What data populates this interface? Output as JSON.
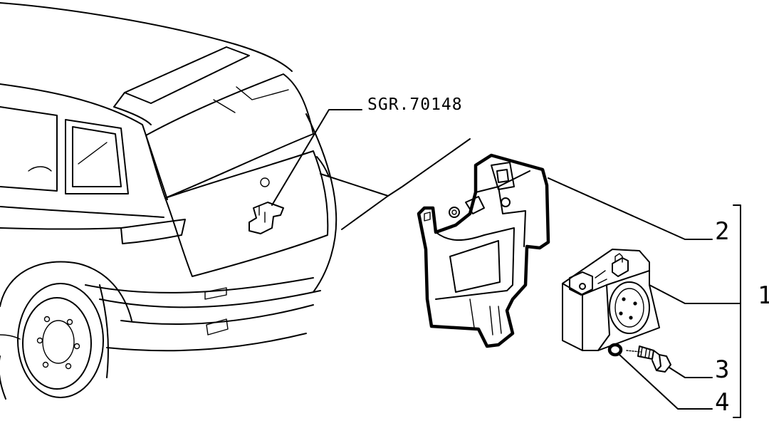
{
  "reference_code": "SGR.70148",
  "callouts": [
    {
      "number": "2"
    },
    {
      "number": "1"
    },
    {
      "number": "3"
    },
    {
      "number": "4"
    }
  ]
}
